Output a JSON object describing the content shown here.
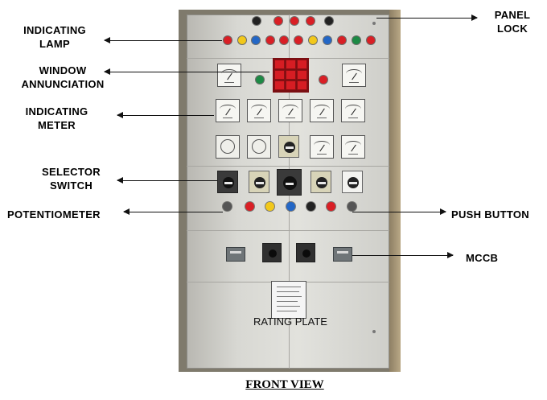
{
  "labels": {
    "indicating_lamp_line1": "INDICATING",
    "indicating_lamp_line2": "LAMP",
    "window_annunciation_line1": "WINDOW",
    "window_annunciation_line2": "ANNUNCIATION",
    "indicating_meter_line1": "INDICATING",
    "indicating_meter_line2": "METER",
    "selector_switch_line1": "SELECTOR",
    "selector_switch_line2": "SWITCH",
    "potentiometer": "POTENTIOMETER",
    "panel_lock_line1": "PANEL",
    "panel_lock_line2": "LOCK",
    "push_button": "PUSH  BUTTON",
    "mccb": "MCCB",
    "rating_plate": "RATING PLATE",
    "front_view": "FRONT VIEW"
  },
  "colors": {
    "red": "#d91f25",
    "yellow": "#f2c81a",
    "blue": "#2367c6",
    "green": "#1d8a45",
    "dark": "#222222"
  }
}
